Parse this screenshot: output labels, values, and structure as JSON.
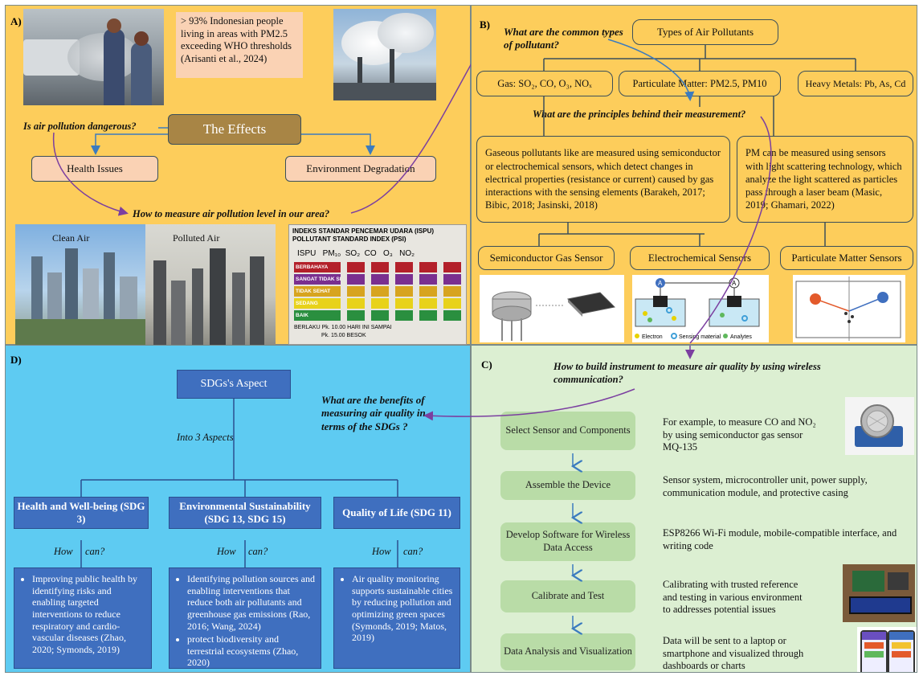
{
  "panelA": {
    "label": "A)",
    "stat_text": "> 93% Indonesian people living in areas with PM2.5 exceeding WHO thresholds (Arisanti et al., 2024)",
    "q_danger": "Is air pollution dangerous?",
    "effects": "The Effects",
    "health": "Health Issues",
    "env": "Environment Degradation",
    "q_measure": "How to measure air pollution level in our area?",
    "clean_air": "Clean Air",
    "polluted_air": "Polluted Air",
    "ispu_title1": "INDEKS STANDAR PENCEMAR UDARA (ISPU)",
    "ispu_title2": "POLLUTANT STANDARD INDEX (PSI)",
    "ispu_header": "ISPU   PM₁₀  SO₂  CO   O₃   NO₂",
    "ispu_levels": [
      "BERBAHAYA",
      "SANGAT TIDAK SEHAT",
      "TIDAK SEHAT",
      "SEDANG",
      "BAIK"
    ],
    "ispu_footer1": "BERLAKU   Pk. 10.00  HARI INI SAMPAI",
    "ispu_footer2": "Pk. 15.00  BESOK"
  },
  "panelB": {
    "label": "B)",
    "q_types": "What are the common types of pollutant?",
    "types": "Types of Air Pollutants",
    "gas": "Gas: SO₂, CO, O₃, NOₓ",
    "pm": "Particulate Matter: PM2.5, PM10",
    "metals": "Heavy Metals: Pb, As, Cd",
    "q_principles": "What are the principles behind their measurement?",
    "gas_desc": "Gaseous pollutants like are measured using semiconductor or electrochemical sensors, which detect changes in electrical properties (resistance or current) caused by gas interactions with the sensing elements (Barakeh, 2017; Bibic, 2018; Jasinski, 2018)",
    "pm_desc": "PM can be measured using sensors with light scattering technology, which analyze the light scattered as particles pass through a laser beam (Masic, 2019; Ghamari, 2022)",
    "semi": "Semiconductor Gas Sensor",
    "electro": "Electrochemical Sensors",
    "pms": "Particulate Matter Sensors",
    "fig_electron": "Electron",
    "fig_sensing": "Sensing material",
    "fig_analytes": "Analytes",
    "fig_a": "A"
  },
  "panelC": {
    "label": "C)",
    "q_build": "How to build instrument to measure air quality by using wireless communication?",
    "steps": [
      {
        "name": "Select Sensor and Components",
        "desc": "For example, to measure CO and NO₂ by using semiconductor gas sensor MQ-135"
      },
      {
        "name": "Assemble the Device",
        "desc": "Sensor system, microcontroller unit, power supply, communication module, and protective casing"
      },
      {
        "name": "Develop Software for Wireless Data Access",
        "desc": "ESP8266 Wi-Fi module, mobile-compatible interface, and writing code"
      },
      {
        "name": "Calibrate and Test",
        "desc": "Calibrating with trusted reference and testing in various environment to addresses potential issues"
      },
      {
        "name": "Data Analysis and Visualization",
        "desc": "Data will be sent to a laptop or smartphone and visualized through dashboards or charts"
      }
    ]
  },
  "panelD": {
    "label": "D)",
    "sdg": "SDGs's Aspect",
    "into": "Into 3 Aspects",
    "q_benefits": "What are the benefits of measuring air quality in terms of the SDGs ?",
    "how": "How",
    "can": "can?",
    "aspects": [
      {
        "title": "Health and Well-being (SDG 3)",
        "bullets": [
          "Improving public health by identifying risks and enabling targeted interventions to reduce respiratory and cardio-vascular diseases (Zhao, 2020; Symonds, 2019)"
        ]
      },
      {
        "title": "Environmental Sustainability (SDG 13, SDG 15)",
        "bullets": [
          "Identifying pollution sources and enabling interventions that reduce both air pollutants and greenhouse gas emissions (Rao, 2016; Wang, 2024)",
          "protect biodiversity and terrestrial ecosystems (Zhao, 2020)"
        ]
      },
      {
        "title": "Quality of Life (SDG 11)",
        "bullets": [
          "Air quality monitoring supports sustainable cities by reducing pollution and optimizing green spaces (Symonds, 2019; Matos, 2019)"
        ]
      }
    ]
  },
  "colors": {
    "panel_yellow": "#fdcd5b",
    "panel_blue": "#5ecbf2",
    "panel_green": "#dcefd2",
    "box_blue": "#3f6fbf",
    "step_green": "#b9dca7",
    "arrow_purple": "#7b3fa0",
    "connector_blue": "#3b7bbf"
  }
}
